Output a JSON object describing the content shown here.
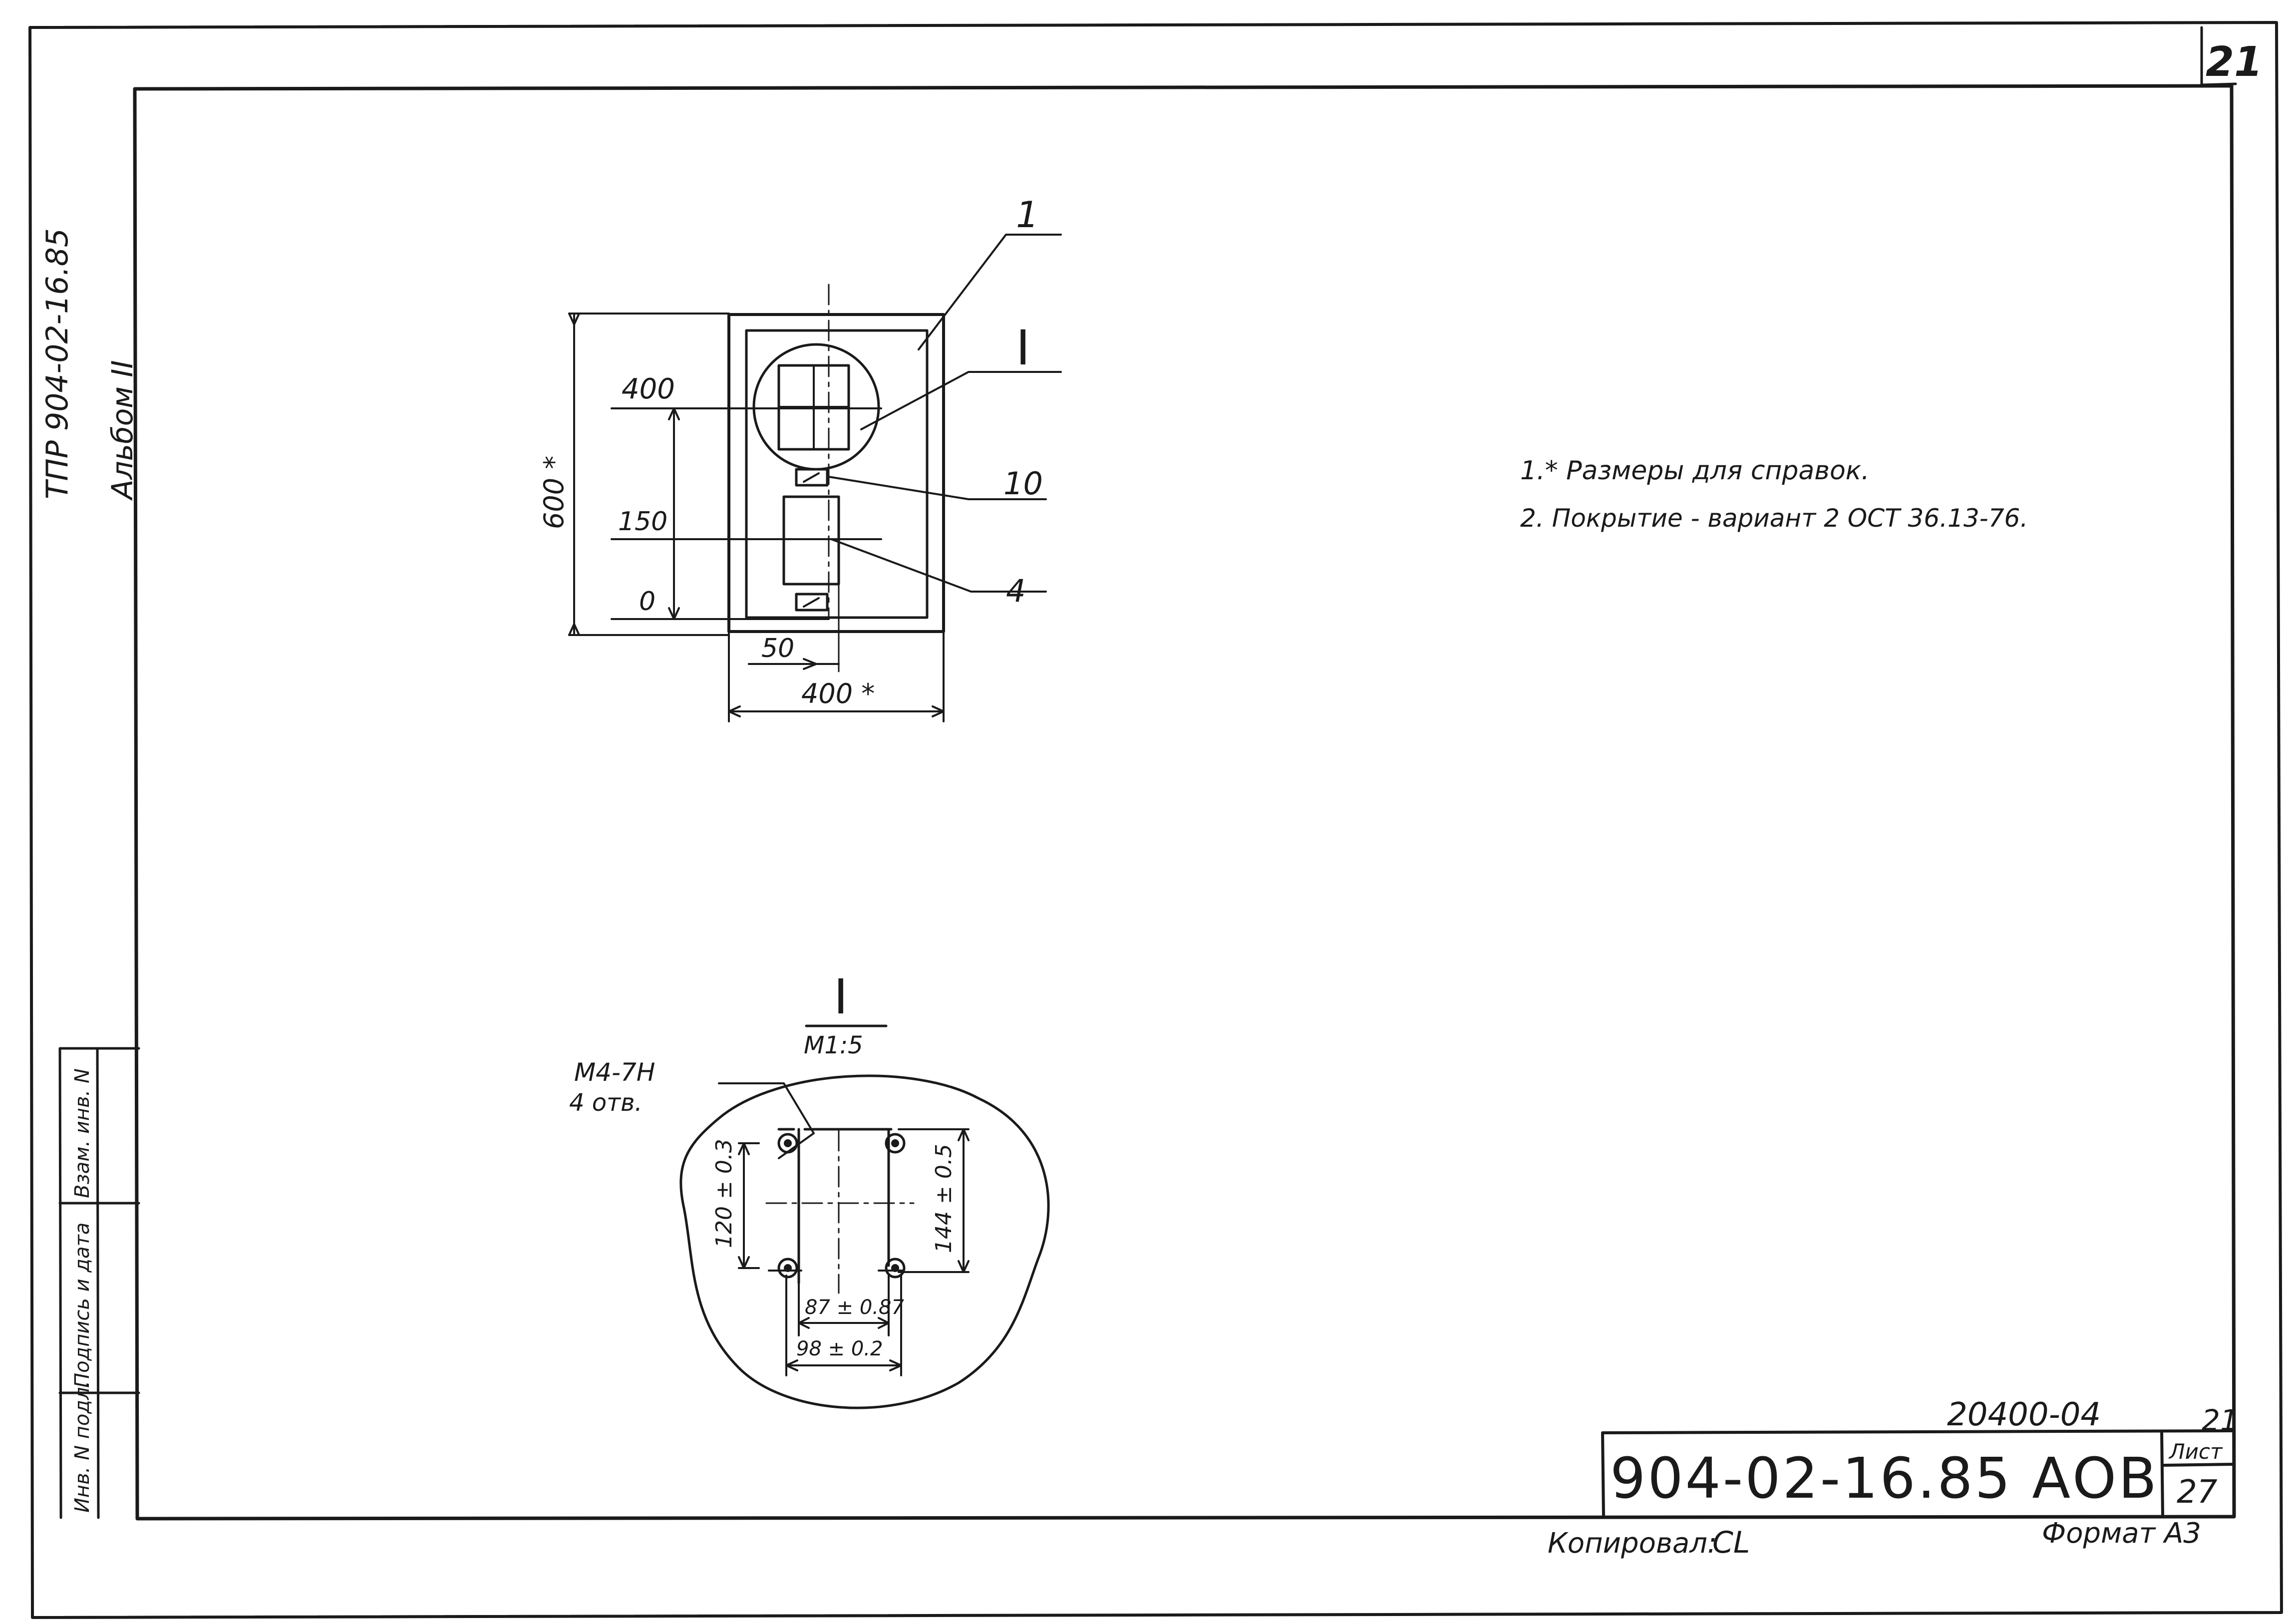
{
  "corner_sheet_number": "21",
  "side_stamp": {
    "line1": "ТПР 904-02-16.85",
    "line2": "Альбом II"
  },
  "side_table": {
    "cells": [
      "Инв. N подл.",
      "Подпись и дата",
      "Взам. инв. N"
    ]
  },
  "front_view": {
    "callouts": {
      "c1": "1",
      "c2": "I",
      "c3": "10",
      "c4": "4"
    },
    "dimensions": {
      "d400": "400",
      "d150": "150",
      "d0": "0",
      "height": "600 *",
      "d50": "50",
      "width": "400 *"
    }
  },
  "notes": {
    "note1": "1.* Размеры для справок.",
    "note2": "2. Покрытие - вариант 2  ОСТ 36.13-76."
  },
  "detail_view": {
    "title": "I",
    "scale": "M1:5",
    "thread": "M4-7H",
    "holes": "4 отв.",
    "dim_120": "120 ± 0.3",
    "dim_144": "144 ± 0.5",
    "dim_87": "87 ± 0.87",
    "dim_98": "98 ± 0.2"
  },
  "title_block": {
    "inventory": "20400-04",
    "small_sheet": "21",
    "code": "904-02-16.85 АОВ",
    "sheet_label": "Лист",
    "sheet_number": "27"
  },
  "footer": {
    "copied": "Копировал:",
    "signature": "CL",
    "format": "Формат А3"
  }
}
